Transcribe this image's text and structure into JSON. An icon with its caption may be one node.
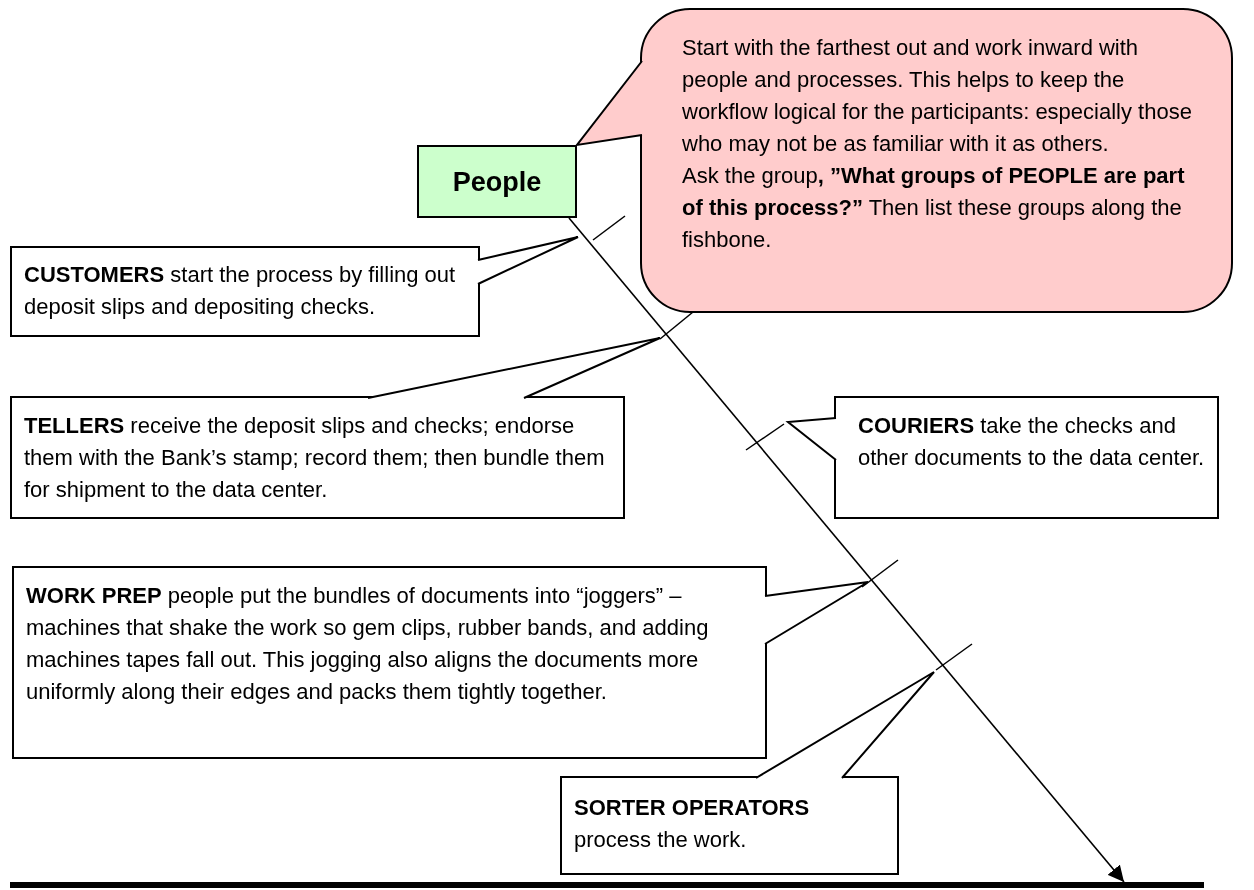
{
  "diagram": {
    "nodes": [
      {
        "text": [
          "People"
        ]
      },
      {
        "text": [
          "Start with the farthest out and work inward with people and processes. This helps to keep the workflow logical for the participants: especially those who may not be as familiar with it as others.",
          "Ask the group**, ”What groups of PEOPLE are part of this process?”** Then list these groups along the fishbone."
        ]
      },
      {
        "text": [
          "**CUSTOMERS** start the process by filling out deposit slips and depositing checks."
        ]
      },
      {
        "text": [
          "**TELLERS** receive the deposit slips and checks; endorse them with the Bank’s stamp; record them; then bundle them for shipment to the data center."
        ]
      },
      {
        "text": [
          "**COURIERS** take the checks and other documents to the data center."
        ]
      },
      {
        "text": [
          "**WORK PREP** people put the bundles of documents into “joggers” – machines that shake the work so gem clips, rubber bands, and adding machines tapes fall out. This jogging also aligns the documents more uniformly along their edges and packs them tightly together."
        ]
      },
      {
        "text": [
          "**SORTER OPERATORS** process the work."
        ]
      },
      {
        "text": [],
        "shape": "bar"
      }
    ],
    "edges": [
      {
        "from": 0,
        "to": 7,
        "arrow": "to"
      }
    ]
  }
}
